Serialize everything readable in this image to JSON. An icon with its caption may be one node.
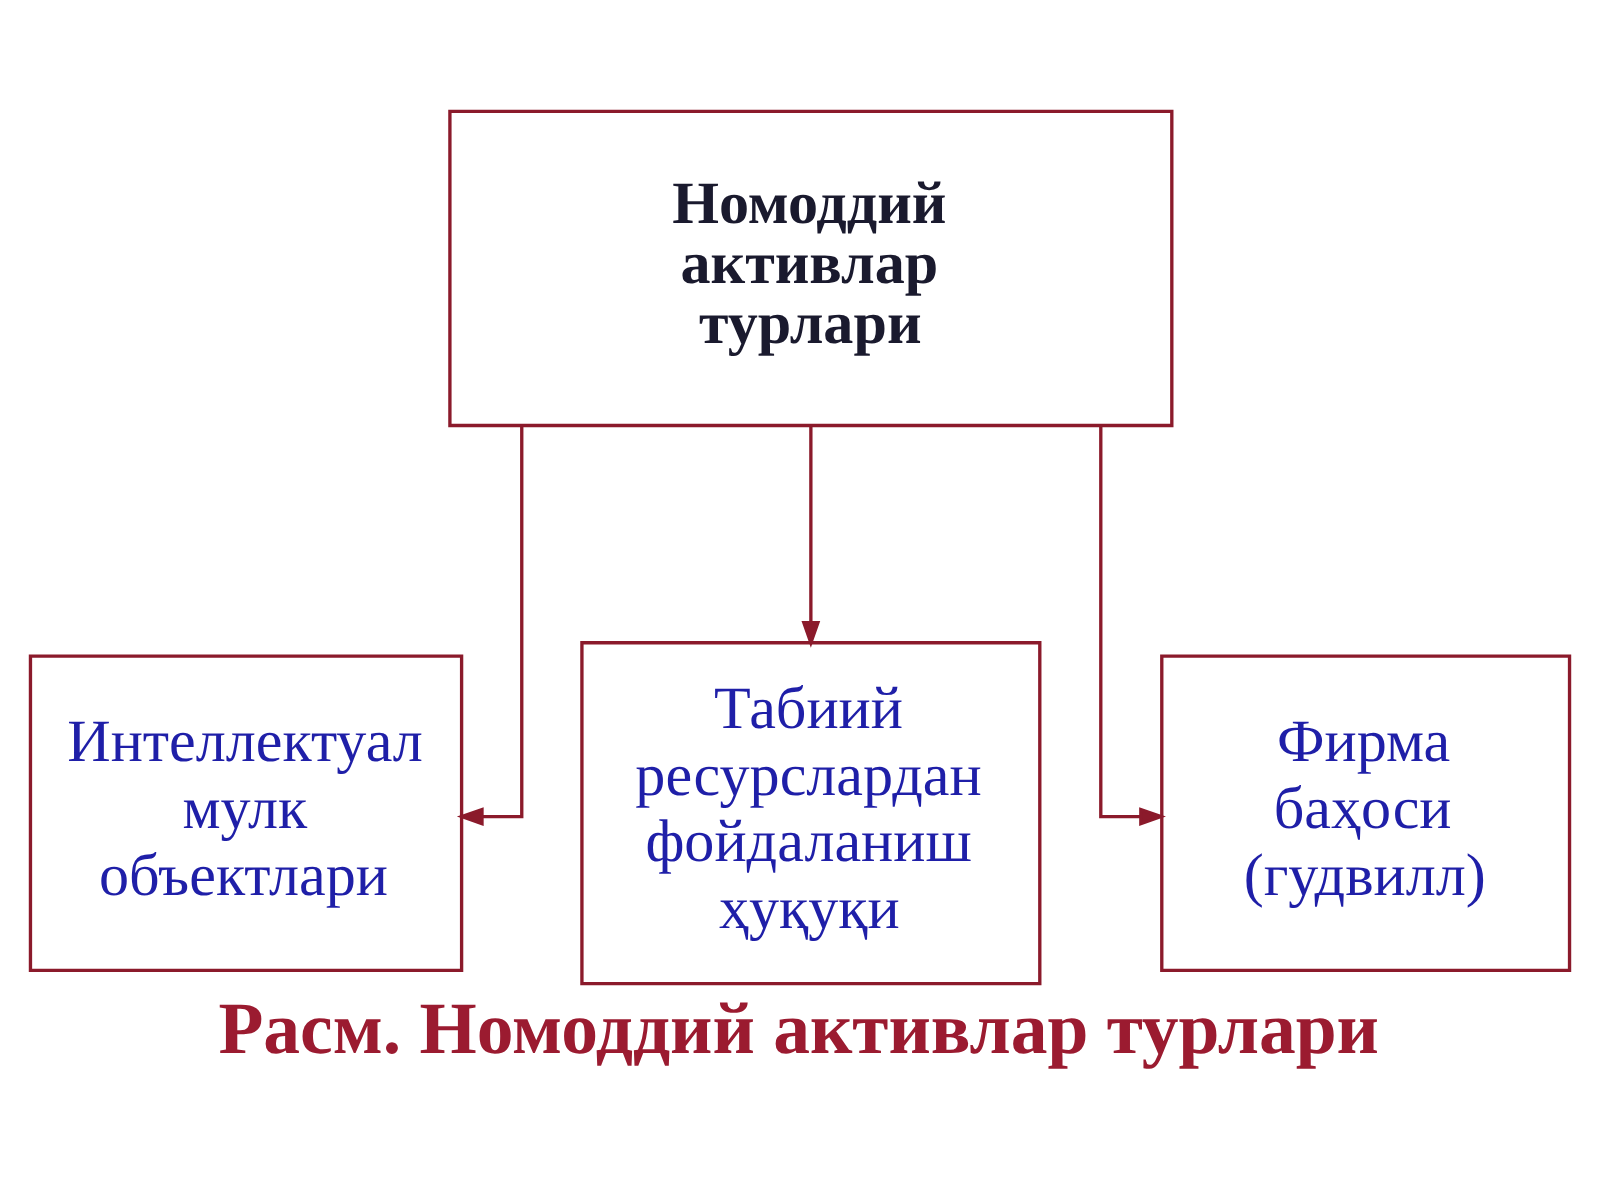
{
  "diagram": {
    "caption": "Расм. Номоддий активлар турлари",
    "nodes": [
      {
        "text": [
          "Номоддий активлар турлари"
        ]
      },
      {
        "text": [
          "Интеллектуал мулк объектлари"
        ]
      },
      {
        "text": [
          "Табиий ресурслардан фойдаланиш ҳуқуқи"
        ]
      },
      {
        "text": [
          "Фирма баҳоси (гудвилл)"
        ]
      }
    ],
    "edges": [
      {
        "from": 0,
        "to": 1,
        "arrow": "to"
      },
      {
        "from": 0,
        "to": 2,
        "arrow": "to"
      },
      {
        "from": 0,
        "to": 3,
        "arrow": "to"
      }
    ]
  }
}
